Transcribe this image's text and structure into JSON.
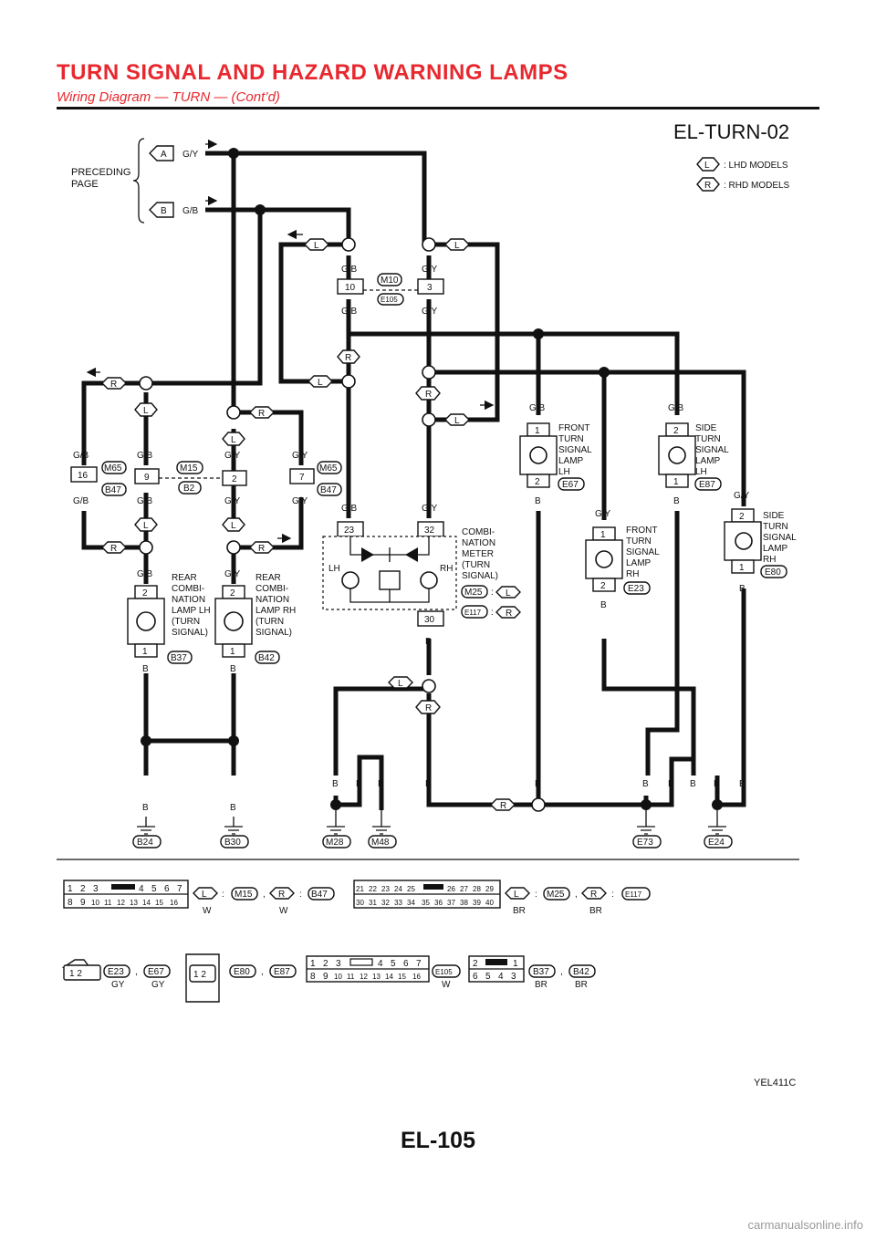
{
  "header": {
    "title": "TURN SIGNAL AND HAZARD WARNING LAMPS",
    "subtitle": "Wiring Diagram — TURN — (Cont’d)"
  },
  "diagram": {
    "id": "EL-TURN-02",
    "preceding_page": "PRECEDING PAGE",
    "connectors_in": [
      {
        "letter": "A",
        "color": "G/Y"
      },
      {
        "letter": "B",
        "color": "G/B"
      }
    ],
    "legend": [
      {
        "tag": "L",
        "text": ": LHD MODELS"
      },
      {
        "tag": "R",
        "text": ": RHD MODELS"
      }
    ],
    "option_tags": {
      "lhd": "L",
      "rhd": "R"
    },
    "wire_colors": {
      "gb": "G/B",
      "gy": "G/Y",
      "b": "B"
    },
    "connectors": {
      "m10": "M10",
      "e105": "E105",
      "m65": "M65",
      "b47": "B47",
      "m15": "M15",
      "b2": "B2",
      "e67": "E67",
      "e87": "E87",
      "e23": "E23",
      "e80": "E80",
      "m25": "M25",
      "e117": "E117",
      "b37": "B37",
      "b42": "B42"
    },
    "pins": {
      "p10": "10",
      "p3": "3",
      "p16": "16",
      "p9": "9",
      "p2": "2",
      "p7": "7",
      "p1": "1",
      "p23": "23",
      "p32": "32",
      "p30": "30"
    },
    "components": {
      "front_lh": [
        "FRONT",
        "TURN",
        "SIGNAL",
        "LAMP",
        "LH"
      ],
      "side_lh": [
        "SIDE",
        "TURN",
        "SIGNAL",
        "LAMP",
        "LH"
      ],
      "front_rh": [
        "FRONT",
        "TURN",
        "SIGNAL",
        "LAMP",
        "RH"
      ],
      "side_rh": [
        "SIDE",
        "TURN",
        "SIGNAL",
        "LAMP",
        "RH"
      ],
      "rear_lh": [
        "REAR",
        "COMBI-",
        "NATION",
        "LAMP LH",
        "(TURN",
        "SIGNAL)"
      ],
      "rear_rh": [
        "REAR",
        "COMBI-",
        "NATION",
        "LAMP RH",
        "(TURN",
        "SIGNAL)"
      ],
      "meter": [
        "COMBI-",
        "NATION",
        "METER",
        "(TURN",
        "SIGNAL)"
      ],
      "meter_lh": "LH",
      "meter_rh": "RH"
    },
    "grounds": [
      "B24",
      "B30",
      "M28",
      "M48",
      "E73",
      "E24"
    ],
    "figure_code": "YEL411C"
  },
  "connector_key": {
    "row1": [
      {
        "pins_top": [
          "1",
          "2",
          "3",
          "4",
          "5",
          "6",
          "7"
        ],
        "pins_bottom": [
          "8",
          "9",
          "10",
          "11",
          "12",
          "13",
          "14",
          "15",
          "16"
        ],
        "entries": [
          {
            "tag": "L",
            "conn": "M15",
            "color": "W"
          },
          {
            "tag": "R",
            "conn": "B47",
            "color": "W"
          }
        ]
      },
      {
        "pins_top": [
          "21",
          "22",
          "23",
          "24",
          "25",
          "26",
          "27",
          "28",
          "29"
        ],
        "pins_bottom": [
          "30",
          "31",
          "32",
          "33",
          "34",
          "35",
          "36",
          "37",
          "38",
          "39",
          "40"
        ],
        "entries": [
          {
            "tag": "L",
            "conn": "M25",
            "color": "BR"
          },
          {
            "tag": "R",
            "conn": "E117",
            "color": "BR"
          }
        ]
      }
    ],
    "row2": [
      {
        "pins": "1 2",
        "entries": [
          {
            "conn": "E23",
            "color": "GY"
          },
          {
            "conn": "E67",
            "color": "GY"
          }
        ]
      },
      {
        "pins": "1 2",
        "entries": [
          {
            "conn": "E80",
            "color": ""
          },
          {
            "conn": "E87",
            "color": ""
          }
        ]
      },
      {
        "pins_top": [
          "1",
          "2",
          "3",
          "4",
          "5",
          "6",
          "7"
        ],
        "pins_bottom": [
          "8",
          "9",
          "10",
          "11",
          "12",
          "13",
          "14",
          "15",
          "16"
        ],
        "entries": [
          {
            "conn": "E105",
            "color": "W"
          }
        ]
      },
      {
        "pins_top": [
          "2",
          "1"
        ],
        "pins_bottom": [
          "6",
          "5",
          "4",
          "3"
        ],
        "entries": [
          {
            "conn": "B37",
            "color": "BR"
          },
          {
            "conn": "B42",
            "color": "BR"
          }
        ]
      }
    ]
  },
  "page": {
    "number": "EL-105",
    "watermark": "carmanualsonline.info"
  }
}
